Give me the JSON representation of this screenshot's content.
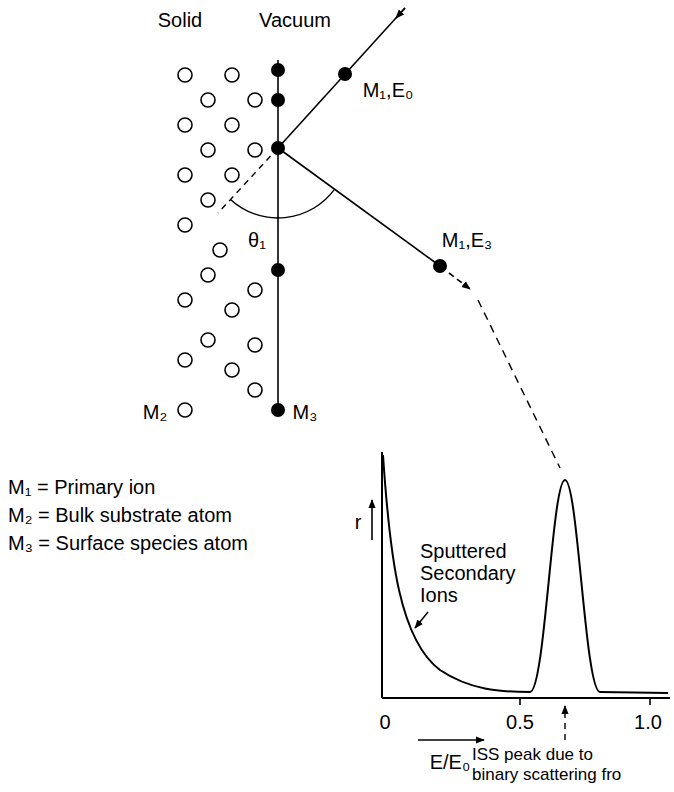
{
  "diagram": {
    "labels": [
      "Solid",
      "Vacuum",
      "M₁,E₀",
      "θ₁",
      "M₁,E₃",
      "M₂",
      "M₃",
      "M₁ = Primary ion",
      "M₂ = Bulk substrate atom",
      "M₃ = Surface species atom",
      "r",
      "Sputtered Secondary Ions",
      "0",
      "0.5",
      "1.0",
      "E/E₀",
      "ISS peak due to binary scattering fro"
    ]
  }
}
